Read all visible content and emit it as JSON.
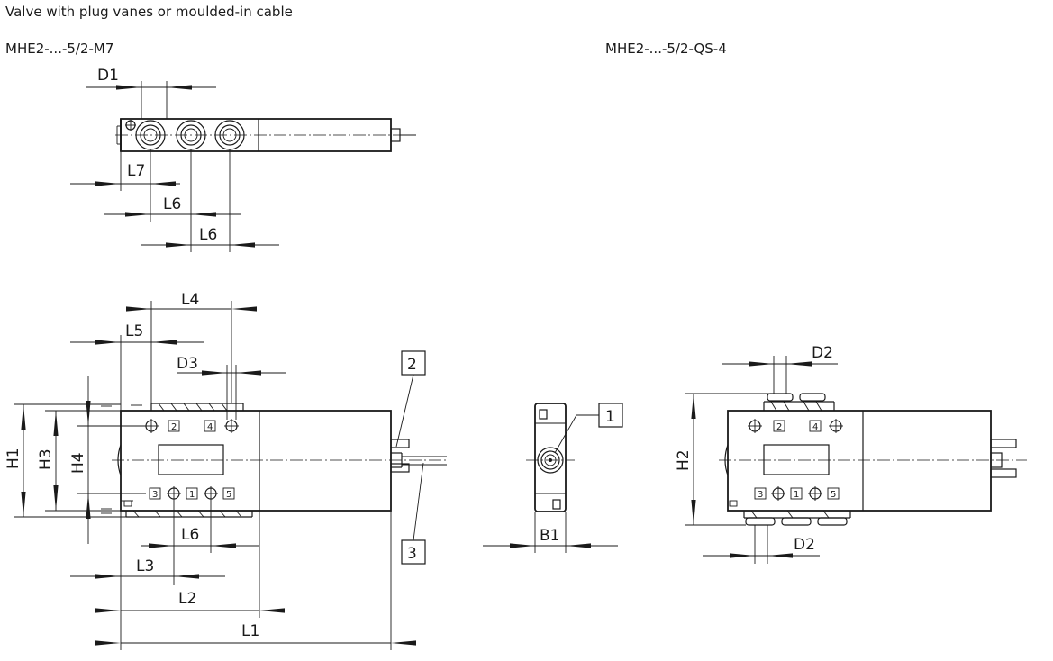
{
  "captions": {
    "title": "Valve with plug vanes or moulded-in cable",
    "left_variant": "MHE2-...-5/2-M7",
    "right_variant": "MHE2-...-5/2-QS-4"
  },
  "dimensions": {
    "D1": "D1",
    "D2": "D2",
    "D3": "D3",
    "L1": "L1",
    "L2": "L2",
    "L3": "L3",
    "L4": "L4",
    "L5": "L5",
    "L6": "L6",
    "L7": "L7",
    "H1": "H1",
    "H2": "H2",
    "H3": "H3",
    "H4": "H4",
    "B1": "B1"
  },
  "callouts": {
    "c1": "1",
    "c2": "2",
    "c3": "3"
  },
  "ports": {
    "p1": "1",
    "p2": "2",
    "p3": "3",
    "p4": "4",
    "p5": "5"
  }
}
